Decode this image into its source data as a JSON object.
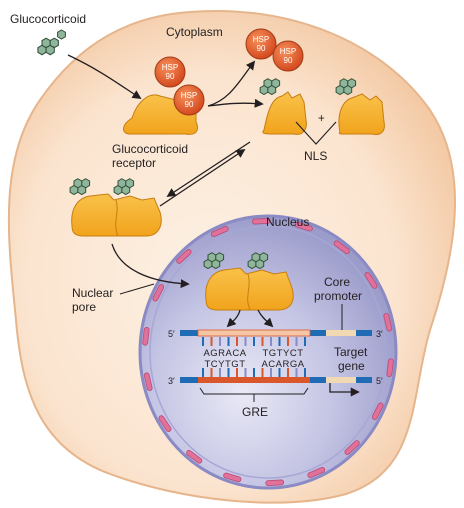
{
  "labels": {
    "glucocorticoid": "Glucocorticoid",
    "cytoplasm": "Cytoplasm",
    "receptor_line1": "Glucocorticoid",
    "receptor_line2": "receptor",
    "nls": "NLS",
    "plus": "+",
    "nucleus": "Nucleus",
    "nuclear_pore_line1": "Nuclear",
    "nuclear_pore_line2": "pore",
    "core_promoter_line1": "Core",
    "core_promoter_line2": "promoter",
    "target_gene_line1": "Target",
    "target_gene_line2": "gene",
    "gre": "GRE"
  },
  "hsp": {
    "line1": "HSP",
    "line2": "90"
  },
  "dna": {
    "top_5prime": "5′",
    "top_3prime": "3′",
    "bottom_3prime": "3′",
    "bottom_5prime": "5′",
    "seq_top_left": "AGRACA",
    "seq_bottom_left": "TCYTGT",
    "seq_top_right": "TGTYCT",
    "seq_bottom_right": "ACARGA"
  },
  "colors": {
    "cell_fill": "#fbe3cc",
    "nucleus_fill": "#b7b7dd",
    "receptor_fill": "#f7b32b",
    "hsp_fill": "#e8622b",
    "steroid_fill": "#8fb59b",
    "dna_blue": "#1f6cb4",
    "dna_red": "#d9572b",
    "pore_pink": "#e0719a"
  }
}
